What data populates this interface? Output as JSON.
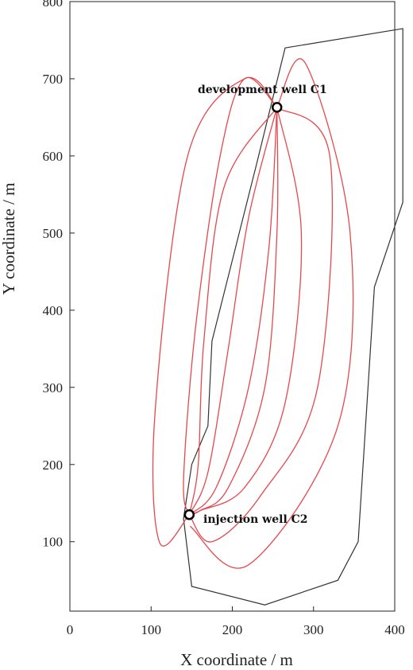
{
  "colors": {
    "streamline": "#e5484d",
    "boundary": "#333333",
    "axis": "#222222"
  },
  "chart_data": {
    "type": "line",
    "title": "",
    "xlabel": "X coordinate  / m",
    "ylabel": "Y coordinate  / m",
    "xlim": [
      0,
      400
    ],
    "ylim": [
      10,
      800
    ],
    "xticks": [
      0,
      100,
      200,
      300,
      400
    ],
    "yticks": [
      100,
      200,
      300,
      400,
      500,
      600,
      700,
      800
    ],
    "grid": false,
    "boundary": {
      "x": [
        265,
        410,
        410,
        375,
        355,
        330,
        240,
        150,
        140,
        150,
        170,
        175,
        230,
        265
      ],
      "y": [
        740,
        765,
        540,
        430,
        100,
        50,
        18,
        42,
        130,
        200,
        250,
        360,
        590,
        740
      ]
    },
    "wells": [
      {
        "label": "development well C1",
        "x": 255,
        "y": 663
      },
      {
        "label": "injection well C2",
        "x": 147,
        "y": 135
      }
    ],
    "series": [
      {
        "x": [
          255,
          215,
          185,
          155,
          140,
          147
        ],
        "y": [
          663,
          700,
          600,
          380,
          180,
          135
        ]
      },
      {
        "x": [
          255,
          190,
          165,
          158,
          147
        ],
        "y": [
          663,
          560,
          360,
          200,
          135
        ]
      },
      {
        "x": [
          255,
          220,
          195,
          170,
          147
        ],
        "y": [
          663,
          520,
          350,
          190,
          135
        ]
      },
      {
        "x": [
          255,
          245,
          220,
          180,
          147
        ],
        "y": [
          663,
          480,
          300,
          170,
          135
        ]
      },
      {
        "x": [
          255,
          255,
          240,
          195,
          160,
          147
        ],
        "y": [
          663,
          500,
          300,
          170,
          140,
          135
        ]
      },
      {
        "x": [
          255,
          285,
          265,
          215,
          160,
          147
        ],
        "y": [
          663,
          500,
          280,
          170,
          140,
          135
        ]
      },
      {
        "x": [
          255,
          320,
          305,
          235,
          175,
          147
        ],
        "y": [
          663,
          600,
          300,
          160,
          100,
          135
        ]
      },
      {
        "x": [
          255,
          290,
          345,
          330,
          220,
          148
        ],
        "y": [
          663,
          720,
          500,
          250,
          70,
          120
        ]
      },
      {
        "x": [
          147,
          110,
          105,
          145,
          215,
          255
        ],
        "y": [
          135,
          100,
          270,
          600,
          700,
          663
        ]
      }
    ],
    "annotations": [
      {
        "text": "development well C1"
      },
      {
        "text": "injection well C2"
      }
    ]
  }
}
